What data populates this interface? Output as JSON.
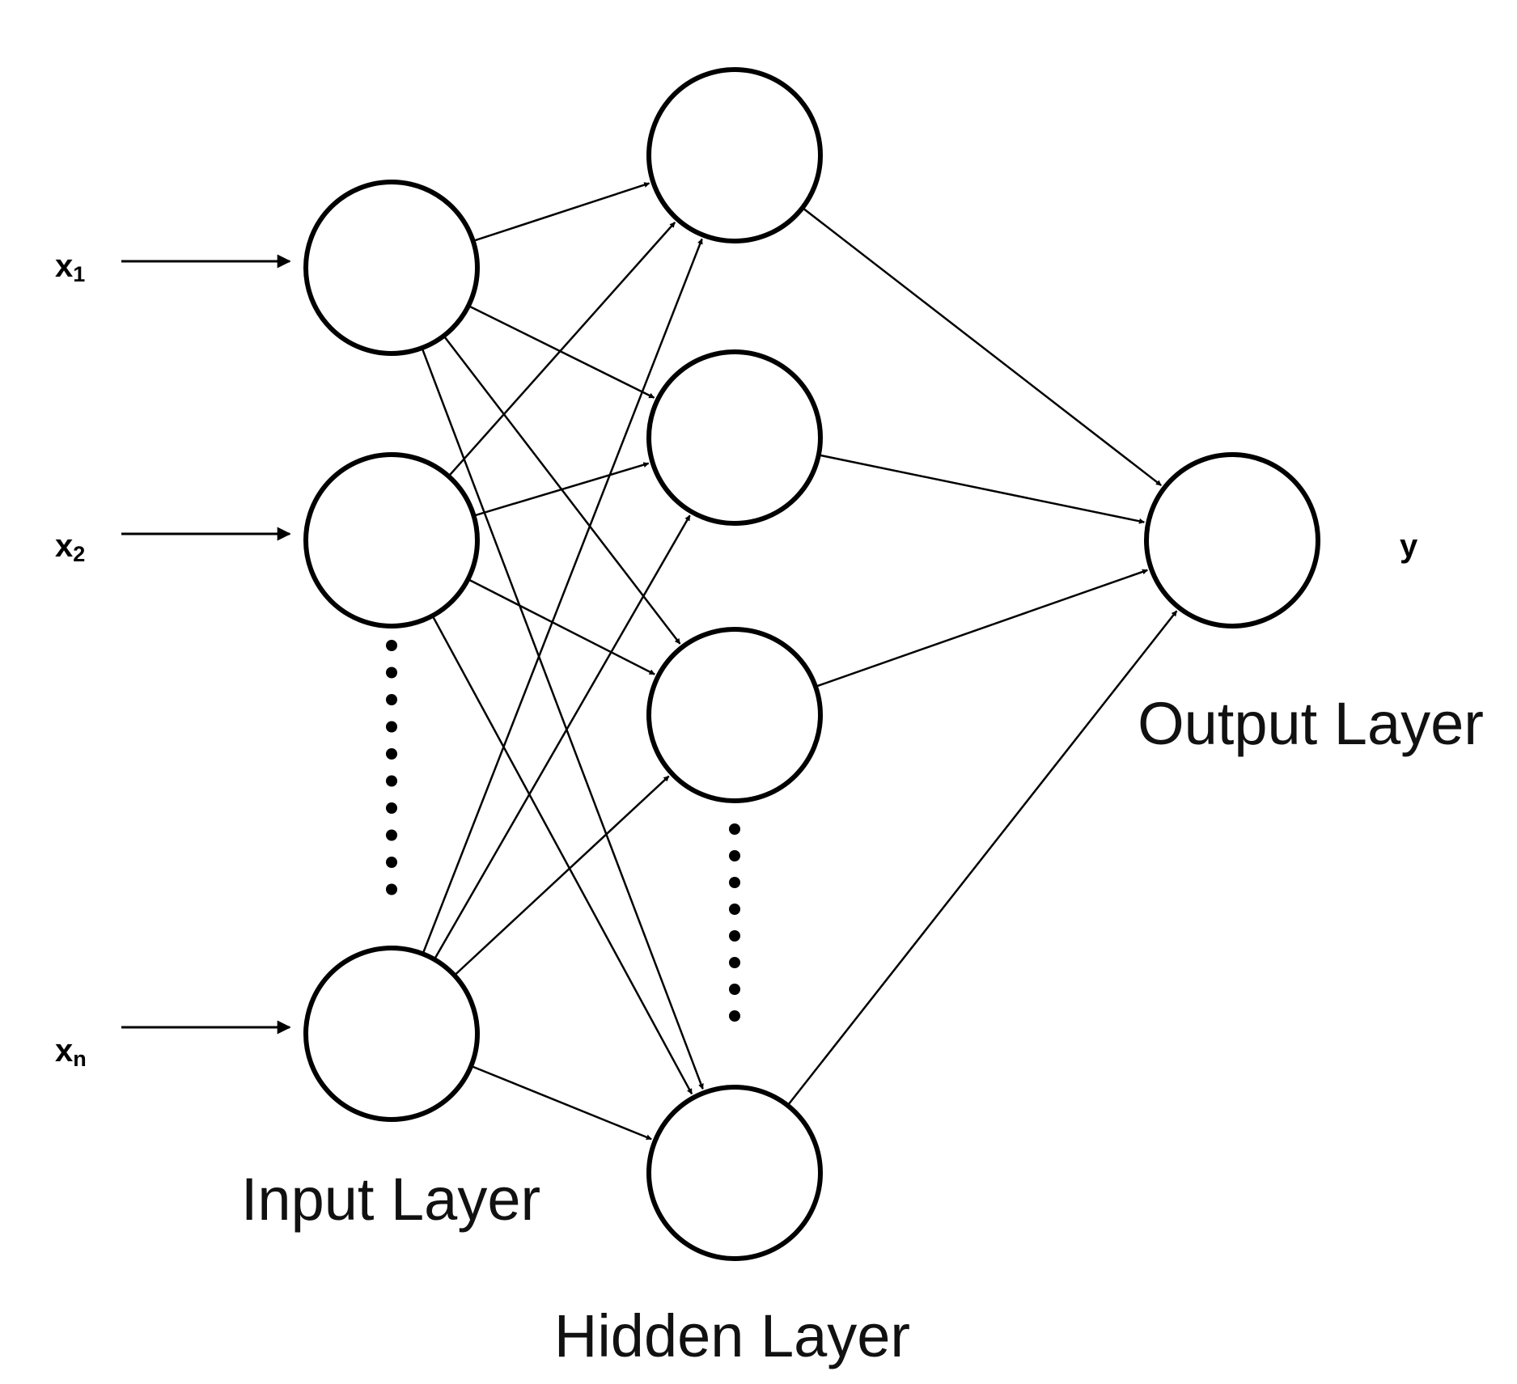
{
  "layers": {
    "input": {
      "label": "Input Layer"
    },
    "hidden": {
      "label": "Hidden Layer"
    },
    "output": {
      "label": "Output Layer"
    }
  },
  "inputs": [
    {
      "name": "x",
      "subscript": "1"
    },
    {
      "name": "x",
      "subscript": "2"
    },
    {
      "name": "x",
      "subscript": "n"
    }
  ],
  "output_variable": "y",
  "colors": {
    "stroke": "#000000",
    "background": "#ffffff"
  }
}
